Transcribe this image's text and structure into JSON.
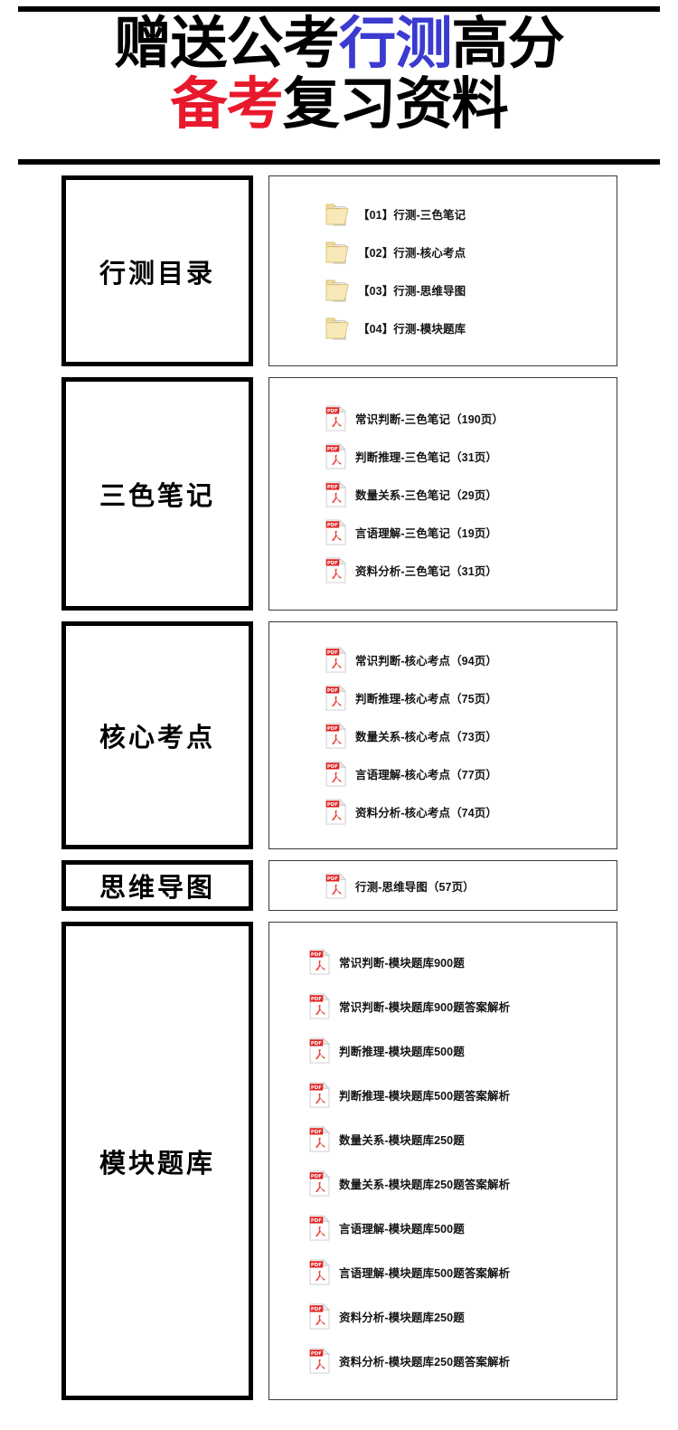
{
  "header": {
    "line1": [
      {
        "text": "赠送公考",
        "color": "#000000"
      },
      {
        "text": "行测",
        "color": "#3b3bd0"
      },
      {
        "text": "高分",
        "color": "#000000"
      }
    ],
    "line2": [
      {
        "text": "备考",
        "color": "#e8192c"
      },
      {
        "text": "复习资料",
        "color": "#000000"
      }
    ],
    "full_text": "赠送公考行测高分备考复习资料"
  },
  "colors": {
    "accent_blue": "#3b3bd0",
    "accent_red": "#e8192c",
    "text_black": "#000000",
    "pdf_red": "#e02020",
    "folder_yellow": "#f6e3a0"
  },
  "sections": [
    {
      "key": "catalog",
      "label": "行测目录",
      "icon": "folder-pdf-icon",
      "items": [
        {
          "label": "【01】行测-三色笔记"
        },
        {
          "label": "【02】行测-核心考点"
        },
        {
          "label": "【03】行测-思维导图"
        },
        {
          "label": "【04】行测-模块题库"
        }
      ]
    },
    {
      "key": "notes",
      "label": "三色笔记",
      "icon": "pdf-file-icon",
      "items": [
        {
          "label": "常识判断-三色笔记（190页）"
        },
        {
          "label": "判断推理-三色笔记（31页）"
        },
        {
          "label": "数量关系-三色笔记（29页）"
        },
        {
          "label": "言语理解-三色笔记（19页）"
        },
        {
          "label": "资料分析-三色笔记（31页）"
        }
      ]
    },
    {
      "key": "core",
      "label": "核心考点",
      "icon": "pdf-file-icon",
      "items": [
        {
          "label": "常识判断-核心考点（94页）"
        },
        {
          "label": "判断推理-核心考点（75页）"
        },
        {
          "label": "数量关系-核心考点（73页）"
        },
        {
          "label": "言语理解-核心考点（77页）"
        },
        {
          "label": "资料分析-核心考点（74页）"
        }
      ]
    },
    {
      "key": "mind",
      "label": "思维导图",
      "icon": "pdf-file-icon",
      "items": [
        {
          "label": "行测-思维导图（57页）"
        }
      ]
    },
    {
      "key": "bank",
      "label": "模块题库",
      "icon": "pdf-file-icon",
      "items": [
        {
          "label": "常识判断-模块题库900题"
        },
        {
          "label": "常识判断-模块题库900题答案解析"
        },
        {
          "label": "判断推理-模块题库500题"
        },
        {
          "label": "判断推理-模块题库500题答案解析"
        },
        {
          "label": "数量关系-模块题库250题"
        },
        {
          "label": "数量关系-模块题库250题答案解析"
        },
        {
          "label": "言语理解-模块题库500题"
        },
        {
          "label": "言语理解-模块题库500题答案解析"
        },
        {
          "label": "资料分析-模块题库250题"
        },
        {
          "label": "资料分析-模块题库250题答案解析"
        }
      ]
    }
  ]
}
